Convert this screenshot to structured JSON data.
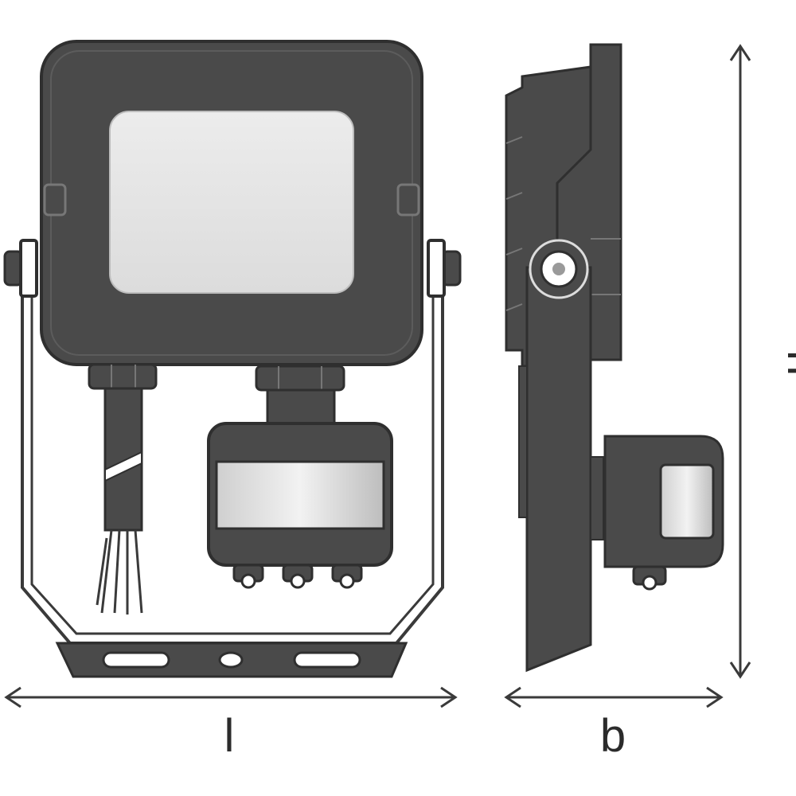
{
  "colors": {
    "body": "#4a4a4a",
    "outline": "#2f2f2f",
    "lens": "#e3e3e3",
    "lens_dark": "#c2c2c2",
    "line": "#3a3a3a",
    "background": "#ffffff"
  },
  "dimensions": {
    "length_label": "l",
    "width_label": "b",
    "height_label": "h"
  },
  "views": {
    "front": {
      "description_icon": "floodlight-front-view-icon"
    },
    "side": {
      "description_icon": "floodlight-side-view-icon"
    }
  }
}
